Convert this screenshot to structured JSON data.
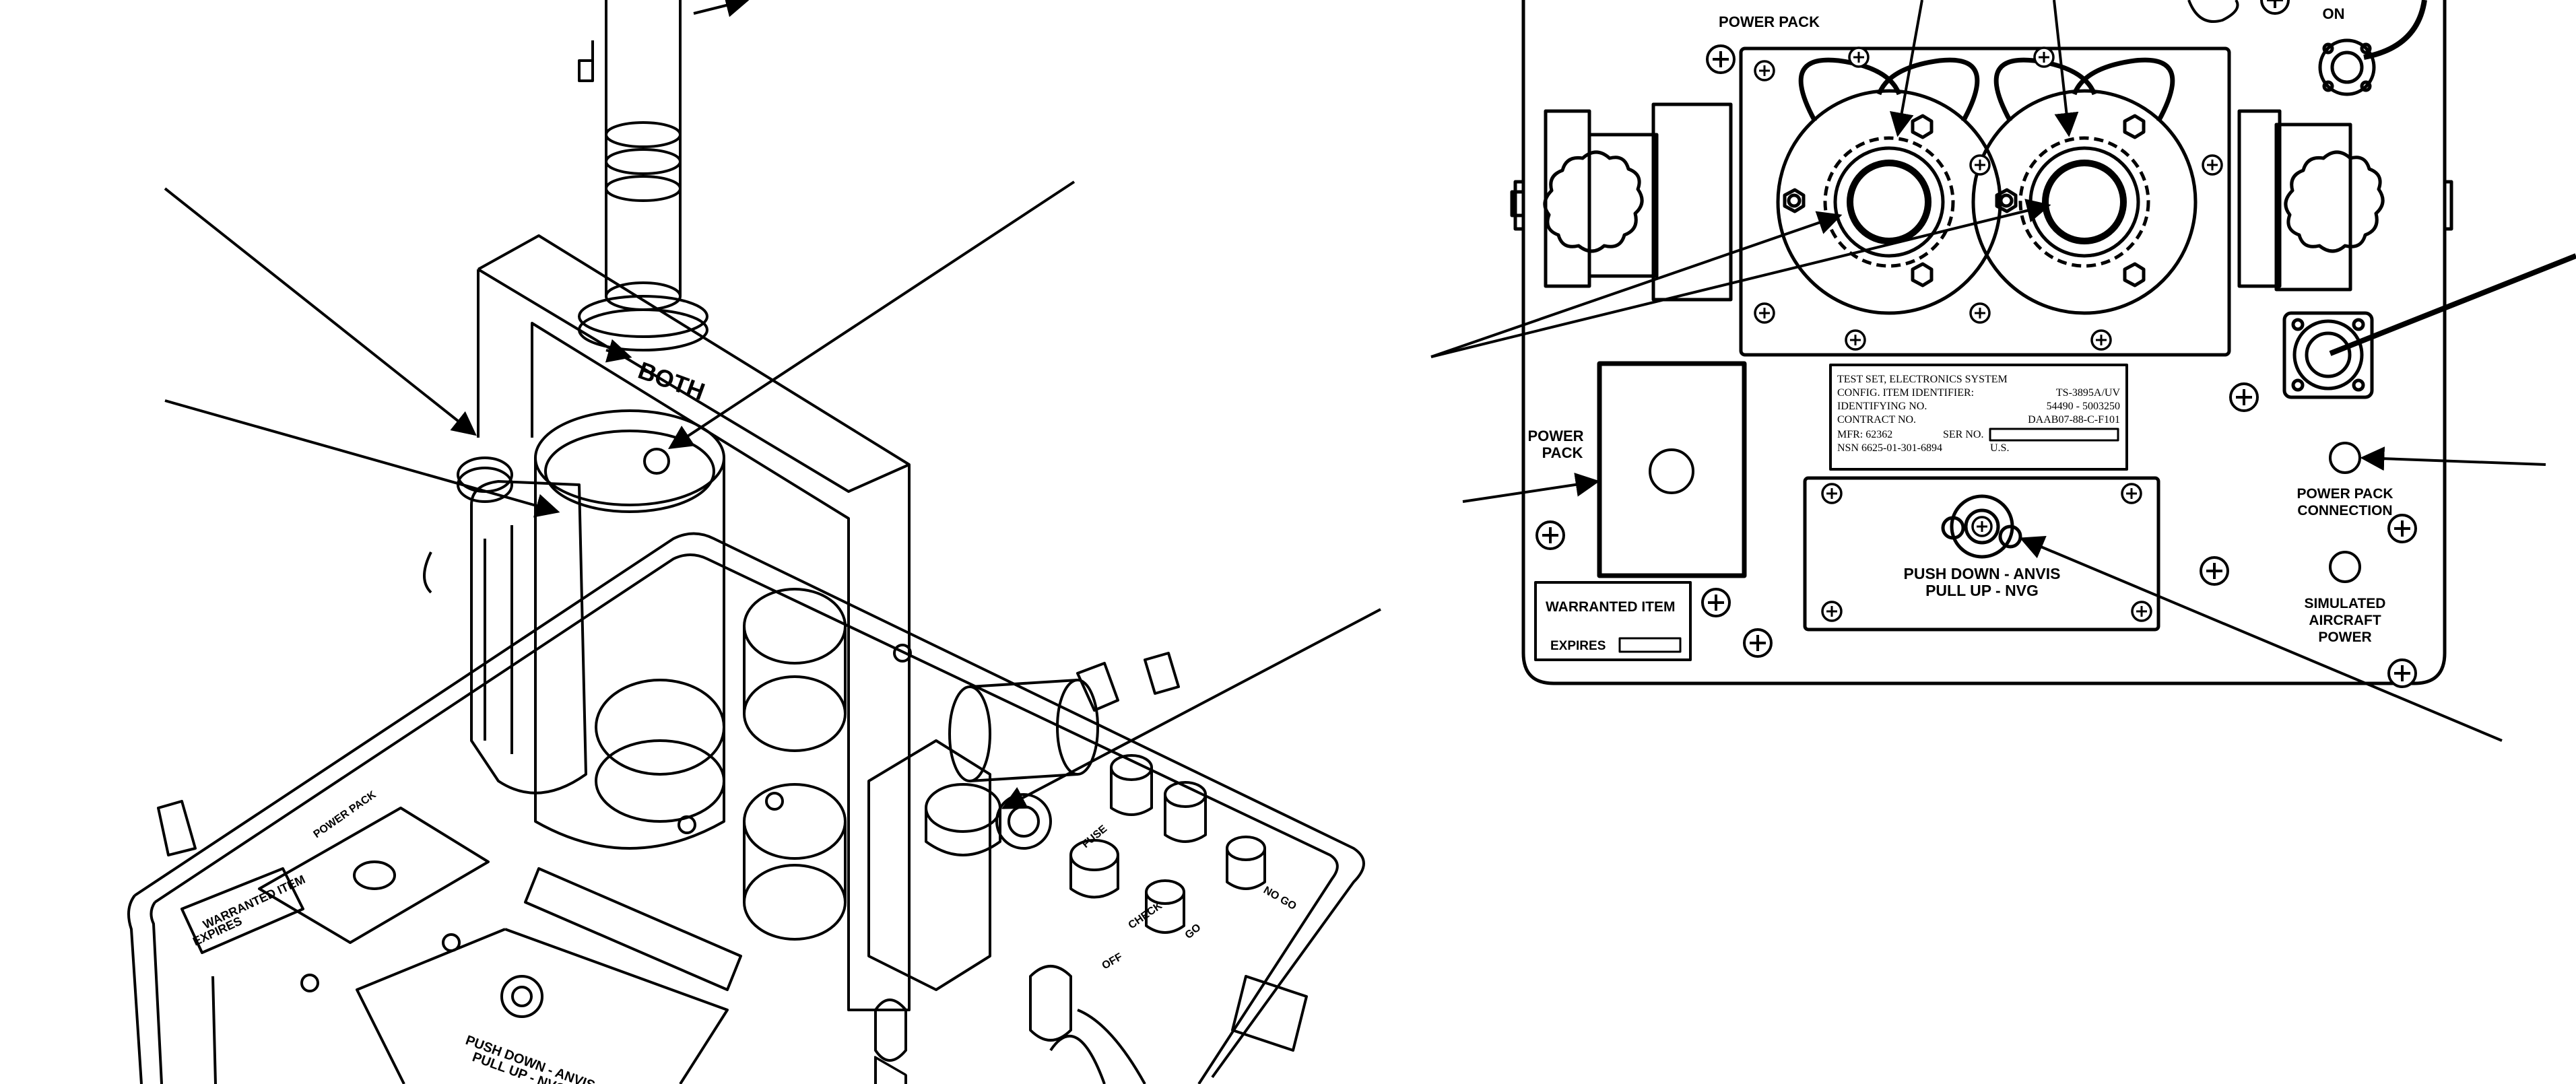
{
  "iso_view": {
    "both_label": "BOTH",
    "power_pack_label": "POWER PACK",
    "warranted_item_label": "WARRANTED ITEM",
    "expires_label": "EXPIRES",
    "push_down_label": "PUSH DOWN - ANVIS",
    "pull_up_label": "PULL UP - NVG",
    "fuse_label": "FUSE",
    "go_label": "GO",
    "no_go_label": "NO GO",
    "check_label": "CHECK",
    "off_label": "OFF"
  },
  "front_panel": {
    "top_power_pack_label": "POWER PACK",
    "on_label": "ON",
    "left_power_label": "POWER",
    "left_pack_label": "PACK",
    "nameplate": {
      "title": "TEST SET, ELECTRONICS SYSTEM",
      "rows": [
        {
          "label": "CONFIG. ITEM IDENTIFIER:",
          "value": "TS-3895A/UV"
        },
        {
          "label": "IDENTIFYING NO.",
          "value": "54490 - 5003250"
        },
        {
          "label": "CONTRACT NO.",
          "value": "DAAB07-88-C-F101"
        },
        {
          "label": "MFR: 62362",
          "mid": "SER NO.",
          "value": ""
        },
        {
          "label": "NSN 6625-01-301-6894",
          "mid": "U.S.",
          "value": ""
        }
      ]
    },
    "warranted_item_label": "WARRANTED ITEM",
    "expires_label": "EXPIRES",
    "push_down_label": "PUSH DOWN - ANVIS",
    "pull_up_label": "PULL UP - NVG",
    "power_pack_connection_line1": "POWER PACK",
    "power_pack_connection_line2": "CONNECTION",
    "simulated_line1": "SIMULATED",
    "simulated_line2": "AIRCRAFT",
    "simulated_line3": "POWER"
  }
}
